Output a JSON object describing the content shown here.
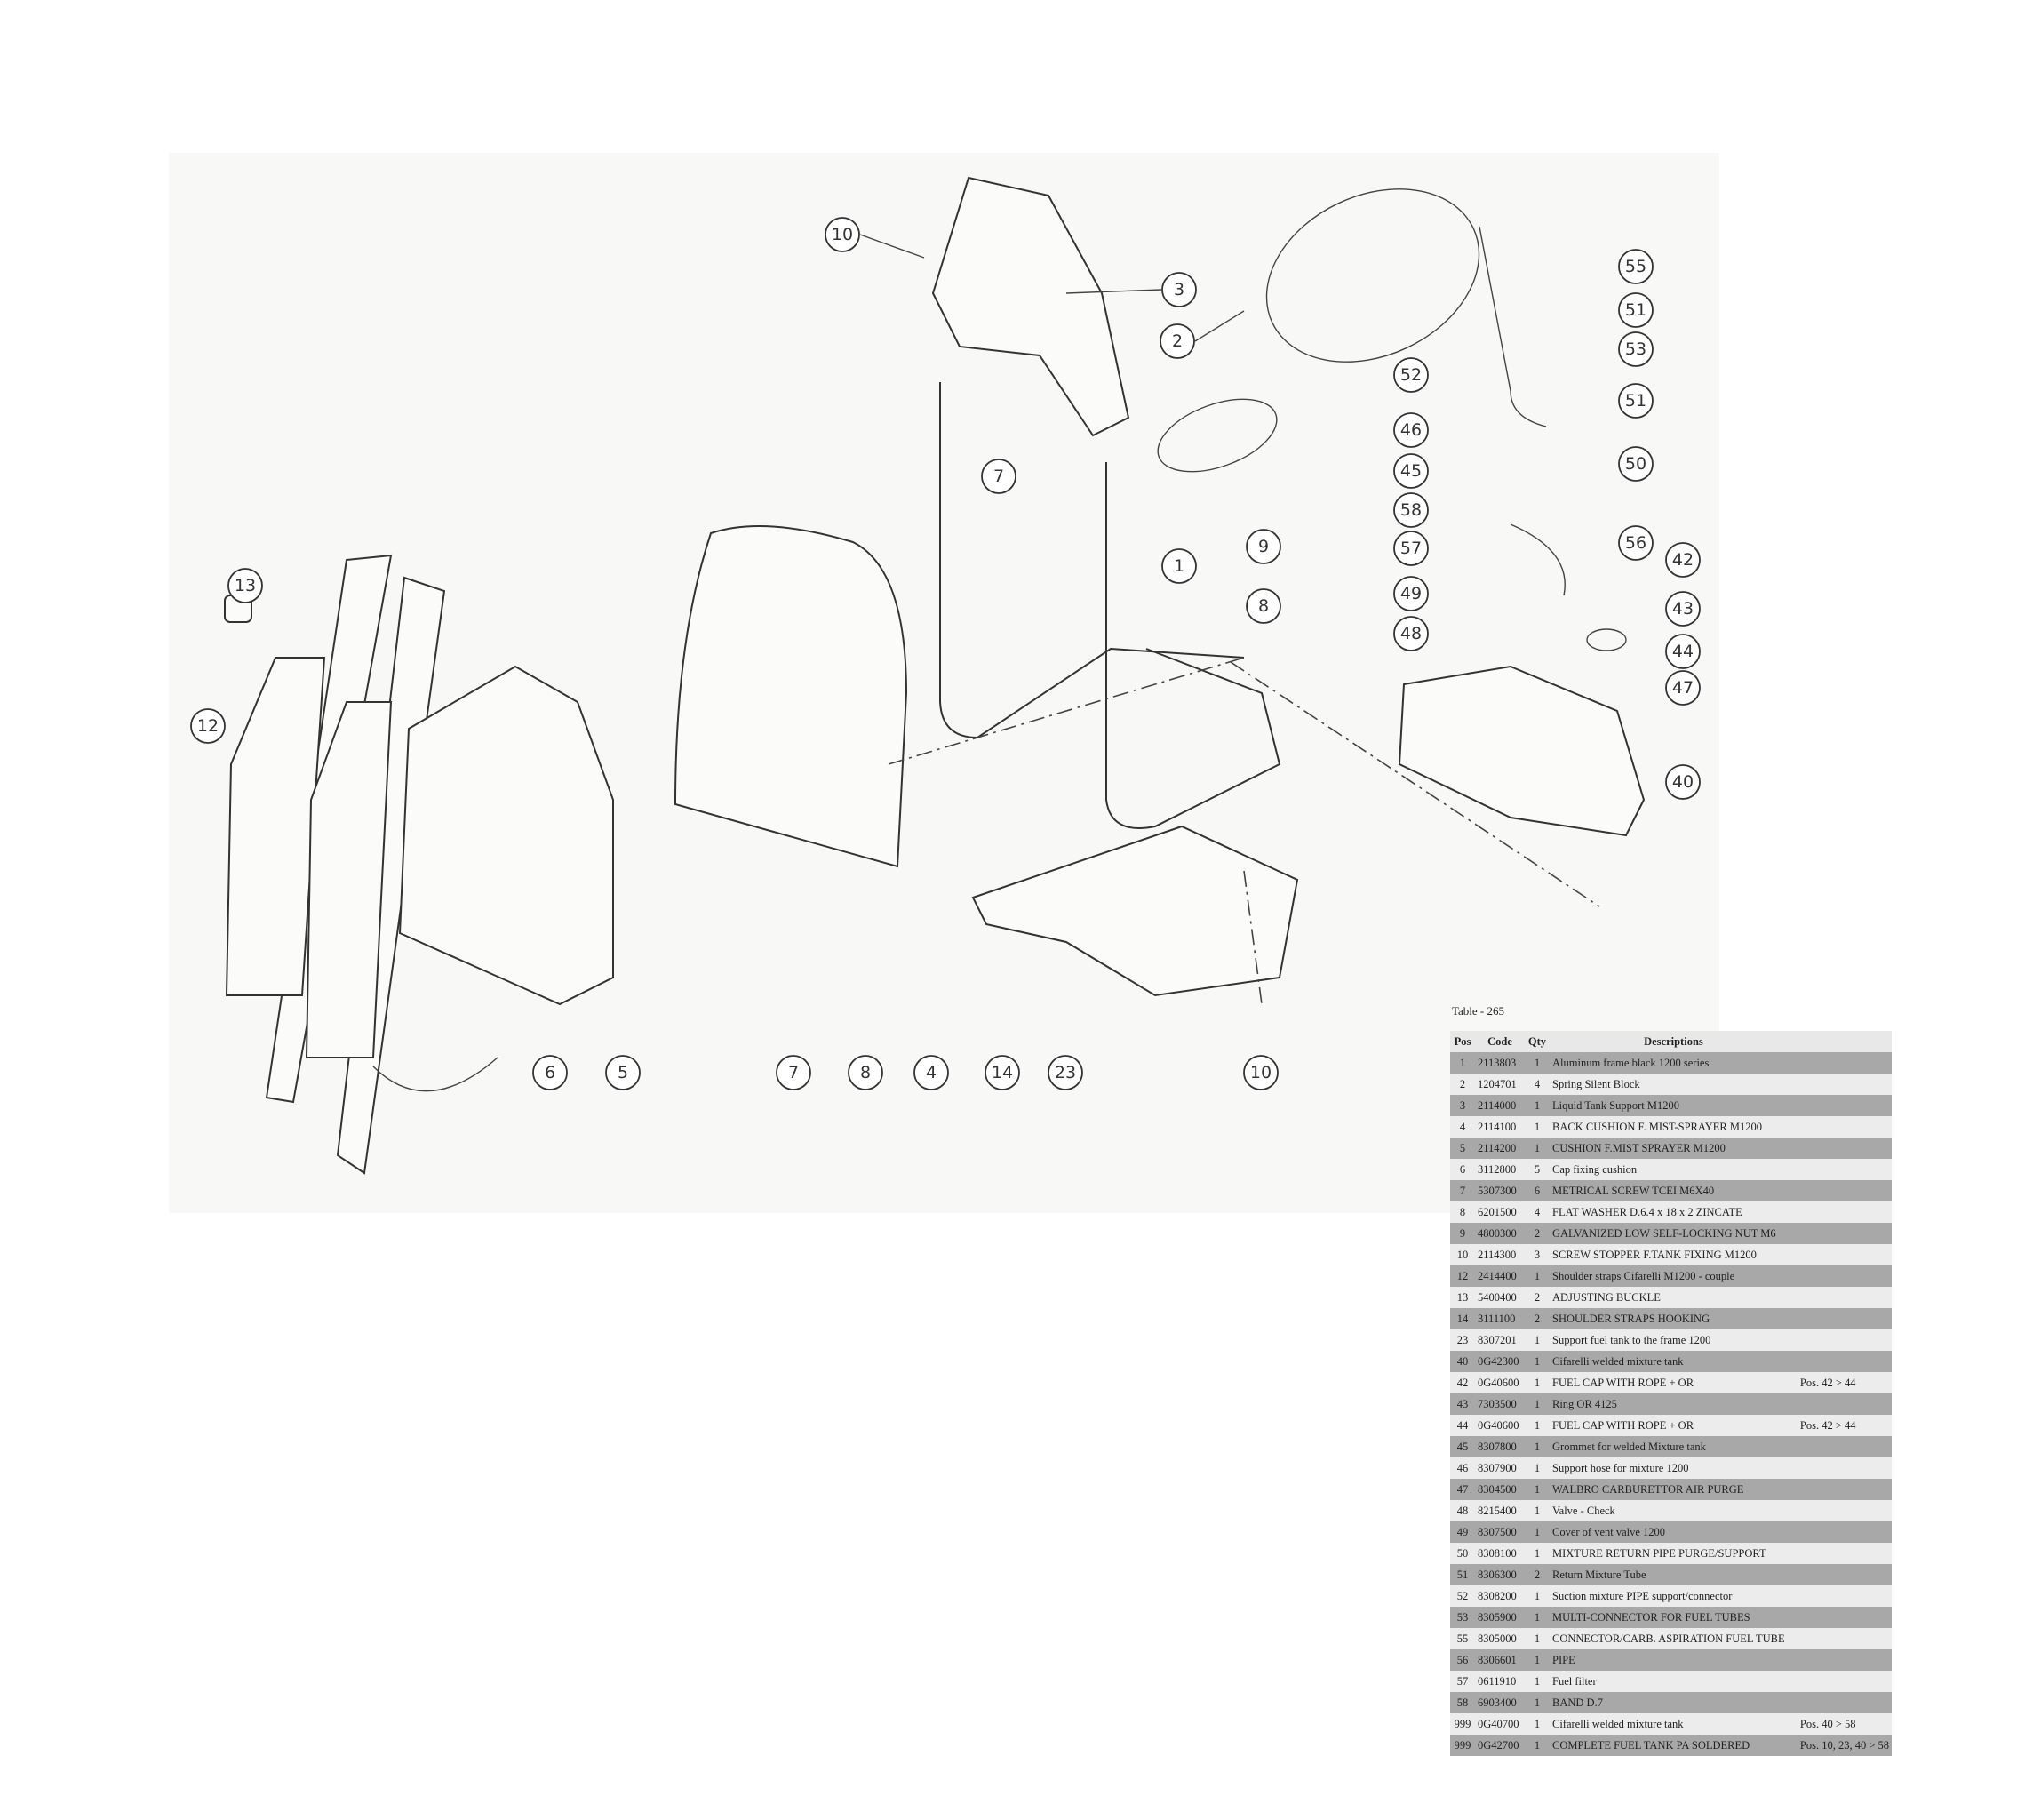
{
  "diagram": {
    "callouts": [
      "10",
      "3",
      "2",
      "55",
      "51",
      "53",
      "51",
      "52",
      "46",
      "50",
      "45",
      "58",
      "7",
      "9",
      "1",
      "56",
      "42",
      "57",
      "8",
      "49",
      "43",
      "48",
      "44",
      "47",
      "40",
      "13",
      "12",
      "6",
      "5",
      "7",
      "8",
      "4",
      "14",
      "23",
      "10"
    ]
  },
  "table": {
    "caption": "Table - 265",
    "headers": {
      "pos": "Pos",
      "code": "Code",
      "qty": "Qty",
      "desc": "Descriptions"
    },
    "rows": [
      {
        "pos": "1",
        "code": "2113803",
        "qty": "1",
        "desc": "Aluminum frame black 1200 series",
        "note": ""
      },
      {
        "pos": "2",
        "code": "1204701",
        "qty": "4",
        "desc": "Spring Silent Block",
        "note": ""
      },
      {
        "pos": "3",
        "code": "2114000",
        "qty": "1",
        "desc": "Liquid Tank Support M1200",
        "note": ""
      },
      {
        "pos": "4",
        "code": "2114100",
        "qty": "1",
        "desc": "BACK CUSHION F. MIST-SPRAYER M1200",
        "note": ""
      },
      {
        "pos": "5",
        "code": "2114200",
        "qty": "1",
        "desc": "CUSHION F.MIST SPRAYER M1200",
        "note": ""
      },
      {
        "pos": "6",
        "code": "3112800",
        "qty": "5",
        "desc": "Cap fixing cushion",
        "note": ""
      },
      {
        "pos": "7",
        "code": "5307300",
        "qty": "6",
        "desc": "METRICAL SCREW TCEI M6X40",
        "note": ""
      },
      {
        "pos": "8",
        "code": "6201500",
        "qty": "4",
        "desc": "FLAT WASHER D.6.4 x 18 x 2 ZINCATE",
        "note": ""
      },
      {
        "pos": "9",
        "code": "4800300",
        "qty": "2",
        "desc": "GALVANIZED LOW SELF-LOCKING NUT M6",
        "note": ""
      },
      {
        "pos": "10",
        "code": "2114300",
        "qty": "3",
        "desc": "SCREW STOPPER F.TANK FIXING M1200",
        "note": ""
      },
      {
        "pos": "12",
        "code": "2414400",
        "qty": "1",
        "desc": "Shoulder straps Cifarelli M1200 - couple",
        "note": ""
      },
      {
        "pos": "13",
        "code": "5400400",
        "qty": "2",
        "desc": "ADJUSTING BUCKLE",
        "note": ""
      },
      {
        "pos": "14",
        "code": "3111100",
        "qty": "2",
        "desc": "SHOULDER STRAPS HOOKING",
        "note": ""
      },
      {
        "pos": "23",
        "code": "8307201",
        "qty": "1",
        "desc": "Support fuel tank to the frame 1200",
        "note": ""
      },
      {
        "pos": "40",
        "code": "0G42300",
        "qty": "1",
        "desc": "Cifarelli welded mixture tank",
        "note": ""
      },
      {
        "pos": "42",
        "code": "0G40600",
        "qty": "1",
        "desc": "FUEL CAP WITH ROPE + OR",
        "note": "Pos. 42 > 44"
      },
      {
        "pos": "43",
        "code": "7303500",
        "qty": "1",
        "desc": "Ring OR 4125",
        "note": ""
      },
      {
        "pos": "44",
        "code": "0G40600",
        "qty": "1",
        "desc": "FUEL CAP WITH ROPE + OR",
        "note": "Pos. 42 > 44"
      },
      {
        "pos": "45",
        "code": "8307800",
        "qty": "1",
        "desc": "Grommet for welded Mixture tank",
        "note": ""
      },
      {
        "pos": "46",
        "code": "8307900",
        "qty": "1",
        "desc": "Support hose for mixture 1200",
        "note": ""
      },
      {
        "pos": "47",
        "code": "8304500",
        "qty": "1",
        "desc": "WALBRO CARBURETTOR AIR PURGE",
        "note": ""
      },
      {
        "pos": "48",
        "code": "8215400",
        "qty": "1",
        "desc": "Valve - Check",
        "note": ""
      },
      {
        "pos": "49",
        "code": "8307500",
        "qty": "1",
        "desc": "Cover of vent valve 1200",
        "note": ""
      },
      {
        "pos": "50",
        "code": "8308100",
        "qty": "1",
        "desc": "MIXTURE RETURN PIPE PURGE/SUPPORT",
        "note": ""
      },
      {
        "pos": "51",
        "code": "8306300",
        "qty": "2",
        "desc": "Return Mixture Tube",
        "note": ""
      },
      {
        "pos": "52",
        "code": "8308200",
        "qty": "1",
        "desc": "Suction mixture PIPE support/connector",
        "note": ""
      },
      {
        "pos": "53",
        "code": "8305900",
        "qty": "1",
        "desc": "MULTI-CONNECTOR FOR FUEL TUBES",
        "note": ""
      },
      {
        "pos": "55",
        "code": "8305000",
        "qty": "1",
        "desc": "CONNECTOR/CARB. ASPIRATION FUEL TUBE",
        "note": ""
      },
      {
        "pos": "56",
        "code": "8306601",
        "qty": "1",
        "desc": "PIPE",
        "note": ""
      },
      {
        "pos": "57",
        "code": "0611910",
        "qty": "1",
        "desc": "Fuel filter",
        "note": ""
      },
      {
        "pos": "58",
        "code": "6903400",
        "qty": "1",
        "desc": "BAND D.7",
        "note": ""
      },
      {
        "pos": "999",
        "code": "0G40700",
        "qty": "1",
        "desc": "Cifarelli welded mixture tank",
        "note": "Pos. 40 > 58"
      },
      {
        "pos": "999",
        "code": "0G42700",
        "qty": "1",
        "desc": "COMPLETE FUEL TANK PA SOLDERED",
        "note": "Pos. 10, 23, 40 > 58"
      }
    ]
  }
}
